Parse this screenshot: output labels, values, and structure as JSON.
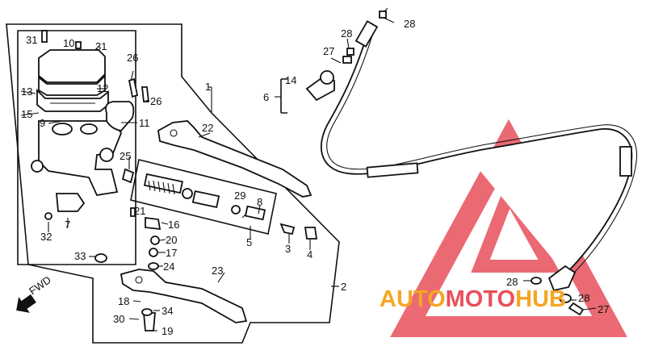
{
  "labels": {
    "n1": "1",
    "n2": "2",
    "n3": "3",
    "n4": "4",
    "n5": "5",
    "n6": "6",
    "n7": "7",
    "n8": "8",
    "n9": "9",
    "n10": "10",
    "n11": "11",
    "n12": "12",
    "n13": "13",
    "n14": "14",
    "n15": "15",
    "n16": "16",
    "n17": "17",
    "n18": "18",
    "n19": "19",
    "n20": "20",
    "n21": "21",
    "n22": "22",
    "n23": "23",
    "n24": "24",
    "n25": "25",
    "n26a": "26",
    "n26b": "26",
    "n27a": "27",
    "n27b": "27",
    "n28a": "28",
    "n28b": "28",
    "n28c": "28",
    "n28d": "28",
    "n29": "29",
    "n30": "30",
    "n31a": "31",
    "n31b": "31",
    "n32": "32",
    "n33": "33",
    "n34": "34"
  },
  "direction_label": "FWD",
  "watermark": {
    "part1": "AUTO",
    "part2": "MOTO",
    "part3": "HUB",
    "color_orange": "#f5a623",
    "color_red": "#e8505b"
  }
}
